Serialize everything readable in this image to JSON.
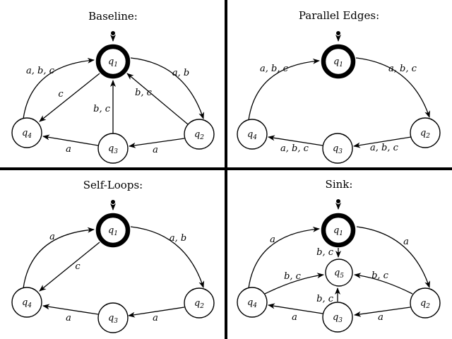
{
  "figure": {
    "background": "#ffffff",
    "ink_color": "#000000",
    "panels": [
      {
        "title": "Baseline:",
        "initial_state": "q1",
        "accepting_states": [
          "q1"
        ],
        "states": [
          {
            "name": "q1",
            "base": "q",
            "sub": "1"
          },
          {
            "name": "q2",
            "base": "q",
            "sub": "2"
          },
          {
            "name": "q3",
            "base": "q",
            "sub": "3"
          },
          {
            "name": "q4",
            "base": "q",
            "sub": "4"
          }
        ],
        "edges": [
          {
            "from": "q4",
            "to": "q1",
            "label": "a, b, c"
          },
          {
            "from": "q1",
            "to": "q4",
            "label": "c"
          },
          {
            "from": "q3",
            "to": "q1",
            "label": "b, c"
          },
          {
            "from": "q2",
            "to": "q1",
            "label": "b, c"
          },
          {
            "from": "q1",
            "to": "q2",
            "label": "a, b"
          },
          {
            "from": "q3",
            "to": "q4",
            "label": "a"
          },
          {
            "from": "q2",
            "to": "q3",
            "label": "a"
          }
        ]
      },
      {
        "title": "Parallel Edges:",
        "initial_state": "q1",
        "accepting_states": [
          "q1"
        ],
        "states": [
          {
            "name": "q1",
            "base": "q",
            "sub": "1"
          },
          {
            "name": "q2",
            "base": "q",
            "sub": "2"
          },
          {
            "name": "q3",
            "base": "q",
            "sub": "3"
          },
          {
            "name": "q4",
            "base": "q",
            "sub": "4"
          }
        ],
        "edges": [
          {
            "from": "q4",
            "to": "q1",
            "label": "a, b, c"
          },
          {
            "from": "q1",
            "to": "q2",
            "label": "a, b, c"
          },
          {
            "from": "q2",
            "to": "q3",
            "label": "a, b, c"
          },
          {
            "from": "q3",
            "to": "q4",
            "label": "a, b, c"
          }
        ]
      },
      {
        "title": "Self-Loops:",
        "initial_state": "q1",
        "accepting_states": [
          "q1"
        ],
        "states": [
          {
            "name": "q1",
            "base": "q",
            "sub": "1"
          },
          {
            "name": "q2",
            "base": "q",
            "sub": "2"
          },
          {
            "name": "q3",
            "base": "q",
            "sub": "3"
          },
          {
            "name": "q4",
            "base": "q",
            "sub": "4"
          }
        ],
        "edges": [
          {
            "from": "q4",
            "to": "q1",
            "label": "a"
          },
          {
            "from": "q1",
            "to": "q4",
            "label": "c"
          },
          {
            "from": "q1",
            "to": "q2",
            "label": "a, b"
          },
          {
            "from": "q2",
            "to": "q3",
            "label": "a"
          },
          {
            "from": "q3",
            "to": "q4",
            "label": "a"
          }
        ]
      },
      {
        "title": "Sink:",
        "initial_state": "q1",
        "accepting_states": [
          "q1"
        ],
        "states": [
          {
            "name": "q1",
            "base": "q",
            "sub": "1"
          },
          {
            "name": "q2",
            "base": "q",
            "sub": "2"
          },
          {
            "name": "q3",
            "base": "q",
            "sub": "3"
          },
          {
            "name": "q4",
            "base": "q",
            "sub": "4"
          },
          {
            "name": "q5",
            "base": "q",
            "sub": "5"
          }
        ],
        "edges": [
          {
            "from": "q4",
            "to": "q1",
            "label": "a"
          },
          {
            "from": "q1",
            "to": "q2",
            "label": "a"
          },
          {
            "from": "q1",
            "to": "q5",
            "label": "b, c"
          },
          {
            "from": "q4",
            "to": "q5",
            "label": "b, c"
          },
          {
            "from": "q2",
            "to": "q5",
            "label": "b, c"
          },
          {
            "from": "q3",
            "to": "q5",
            "label": "b, c"
          },
          {
            "from": "q3",
            "to": "q4",
            "label": "a"
          },
          {
            "from": "q2",
            "to": "q3",
            "label": "a"
          }
        ]
      }
    ]
  }
}
